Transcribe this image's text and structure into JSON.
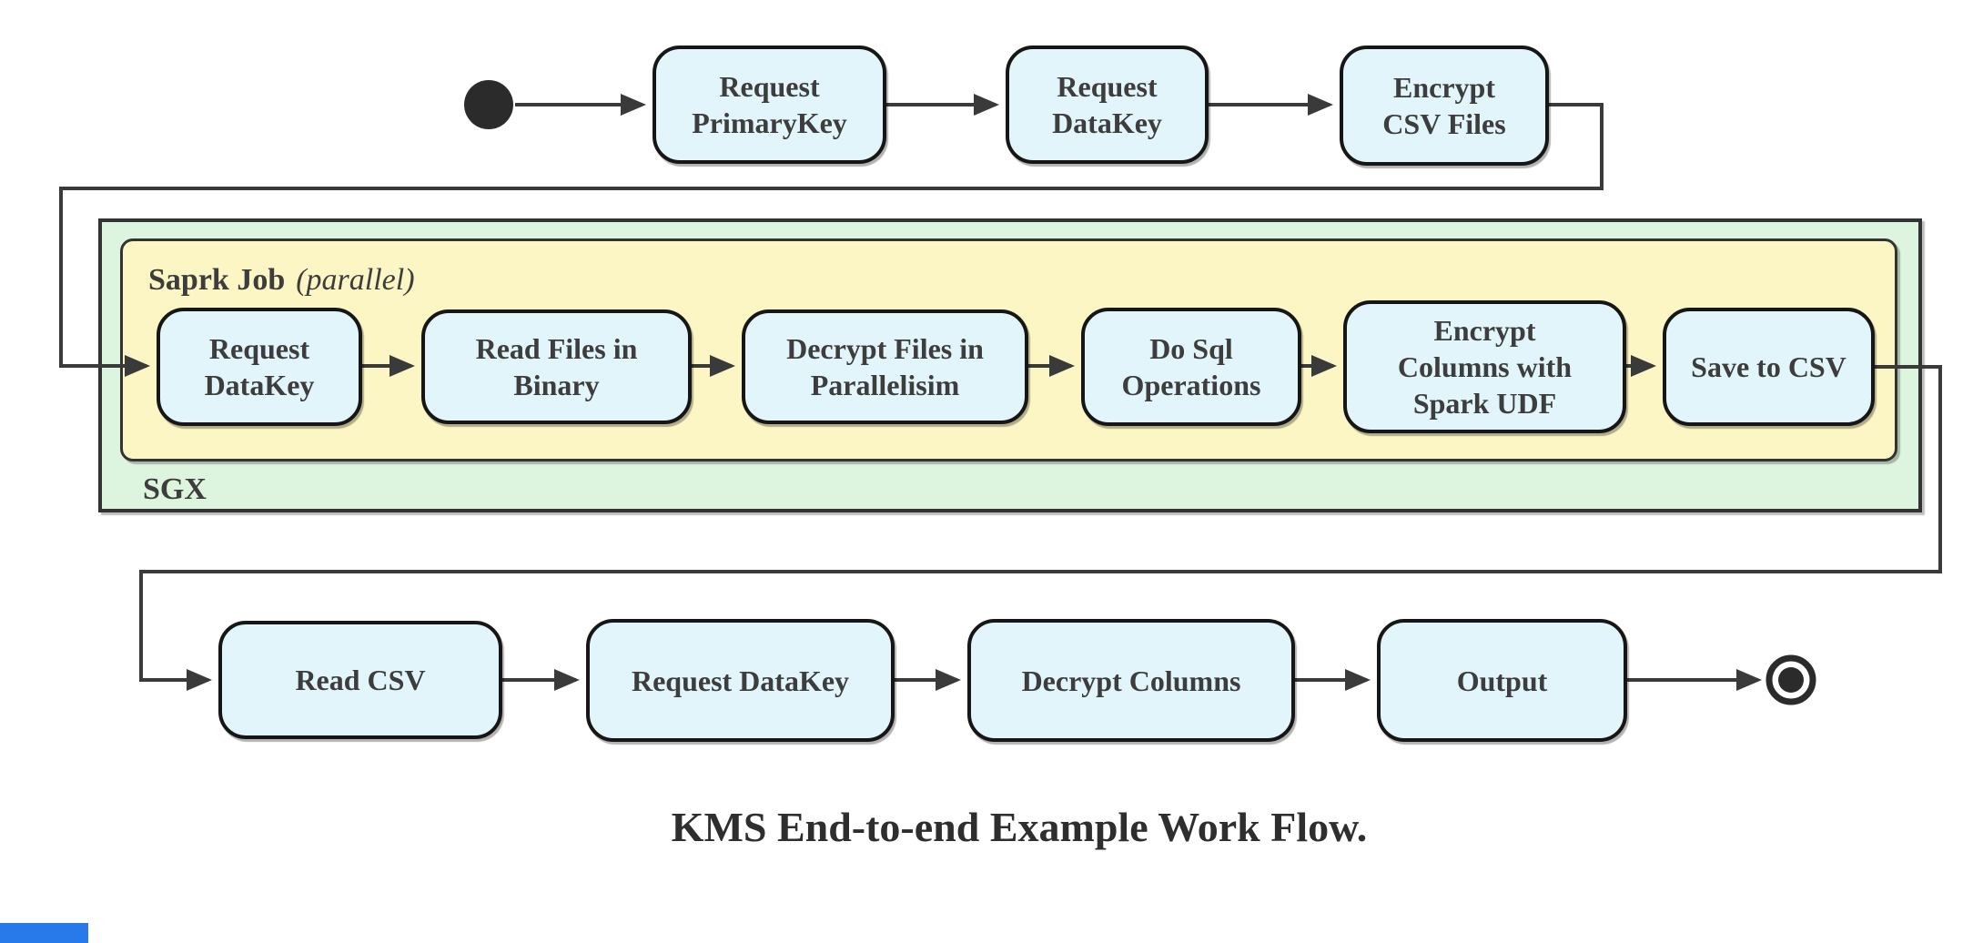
{
  "flow": {
    "title": "KMS End-to-end Example Work Flow.",
    "sgx_label": "SGX",
    "spark_job_label": "Saprk Job",
    "spark_job_annotation": "(parallel)",
    "top_row": [
      {
        "label": "Request\nPrimaryKey"
      },
      {
        "label": "Request\nDataKey"
      },
      {
        "label": "Encrypt\nCSV Files"
      }
    ],
    "spark_row": [
      {
        "label": "Request\nDataKey"
      },
      {
        "label": "Read Files in\nBinary"
      },
      {
        "label": "Decrypt Files in\nParallelisim"
      },
      {
        "label": "Do Sql\nOperations"
      },
      {
        "label": "Encrypt\nColumns with\nSpark UDF"
      },
      {
        "label": "Save to CSV"
      }
    ],
    "bottom_row": [
      {
        "label": "Read CSV"
      },
      {
        "label": "Request DataKey"
      },
      {
        "label": "Decrypt Columns"
      },
      {
        "label": "Output"
      }
    ],
    "markers": {
      "start": "initial-state-filled-circle",
      "end": "final-state-bullseye-circle"
    }
  },
  "colors": {
    "node_fill": "#e1f5fa",
    "node_border": "#161616",
    "sgx_container_fill": "#ddf4de",
    "spark_container_fill": "#fcf5c4",
    "container_border": "#333333",
    "connector": "#3a3a3a",
    "text": "#3d3d3d",
    "scrollbar_blue": "#2879e9"
  }
}
